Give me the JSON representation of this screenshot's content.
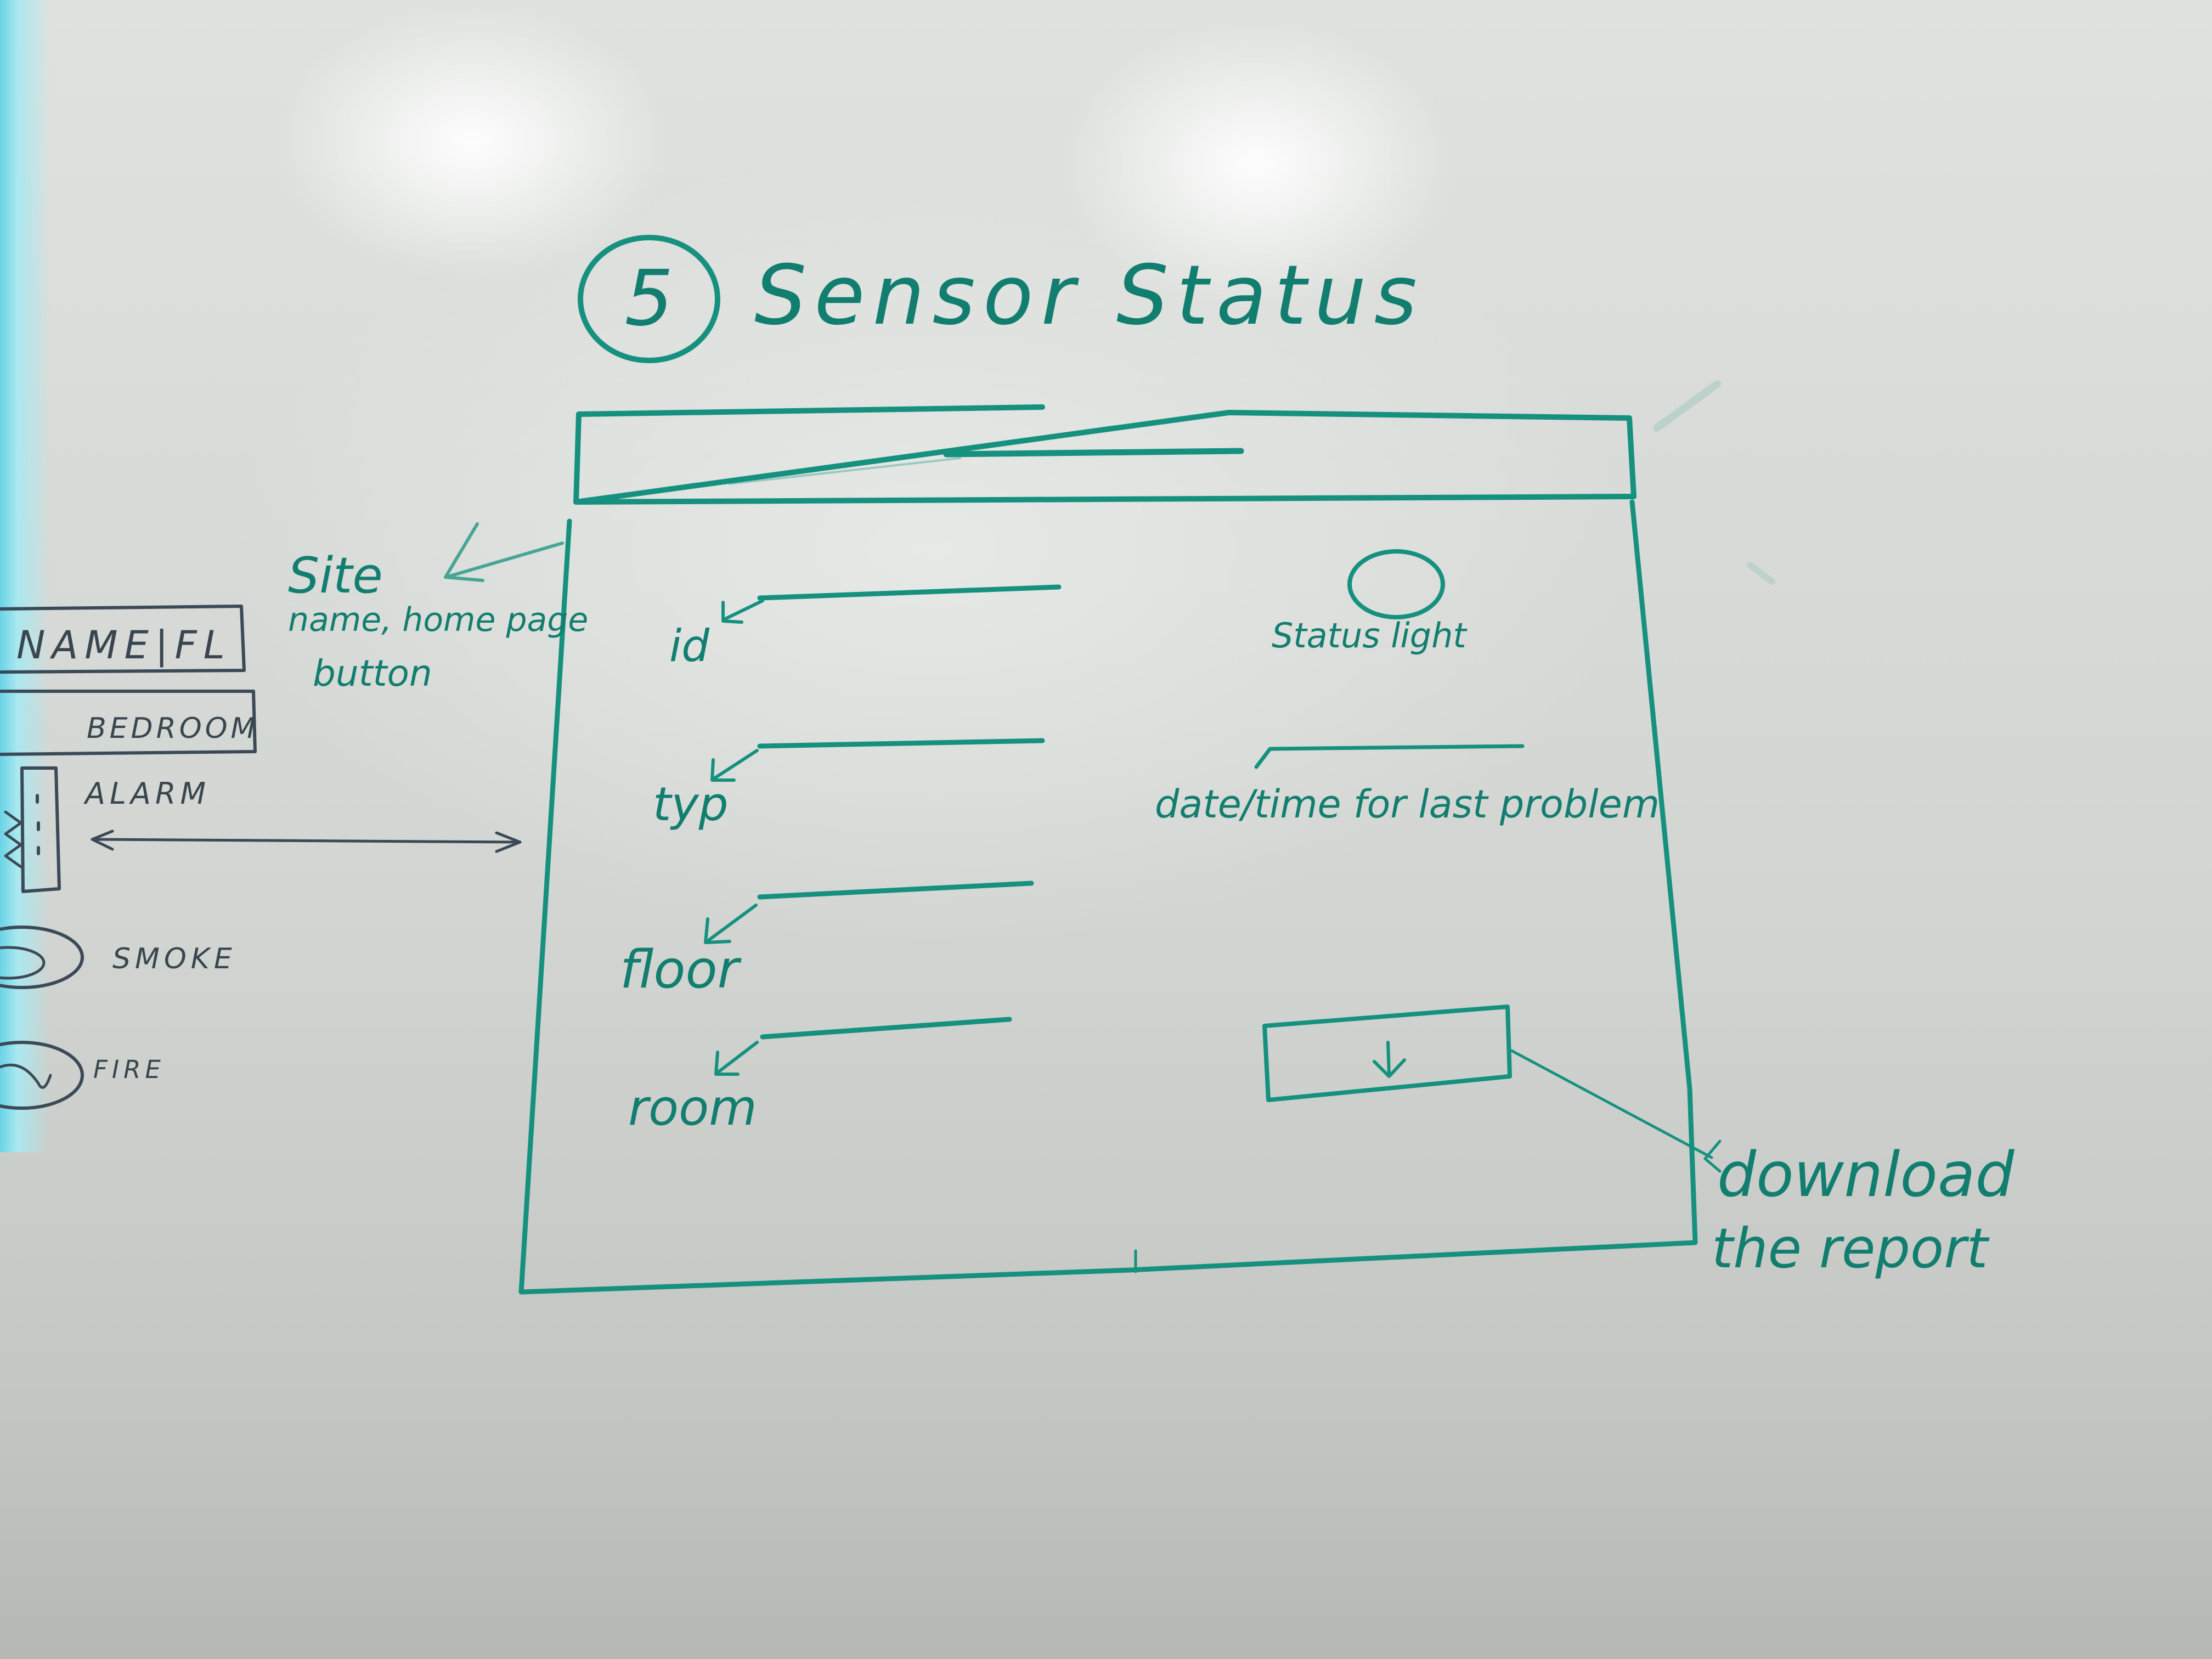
{
  "title": {
    "number": "5",
    "text": "Sensor Status"
  },
  "wireframe": {
    "fields": [
      {
        "label": "id"
      },
      {
        "label": "typ"
      },
      {
        "label": "floor"
      },
      {
        "label": "room"
      }
    ],
    "status_light_label": "Status light",
    "last_problem_label": "date/time for last problem",
    "download_button_icon": "download-arrow-icon",
    "download_annotation": [
      "download",
      "the report"
    ],
    "header_annotation": [
      "Site",
      "name, home page",
      "button"
    ]
  },
  "legend": {
    "name_box": "NAME|FL",
    "room_box": "BEDROOM",
    "alarm_label": "ALARM",
    "smoke_label": "SMOKE",
    "fire_label": "FIRE"
  }
}
